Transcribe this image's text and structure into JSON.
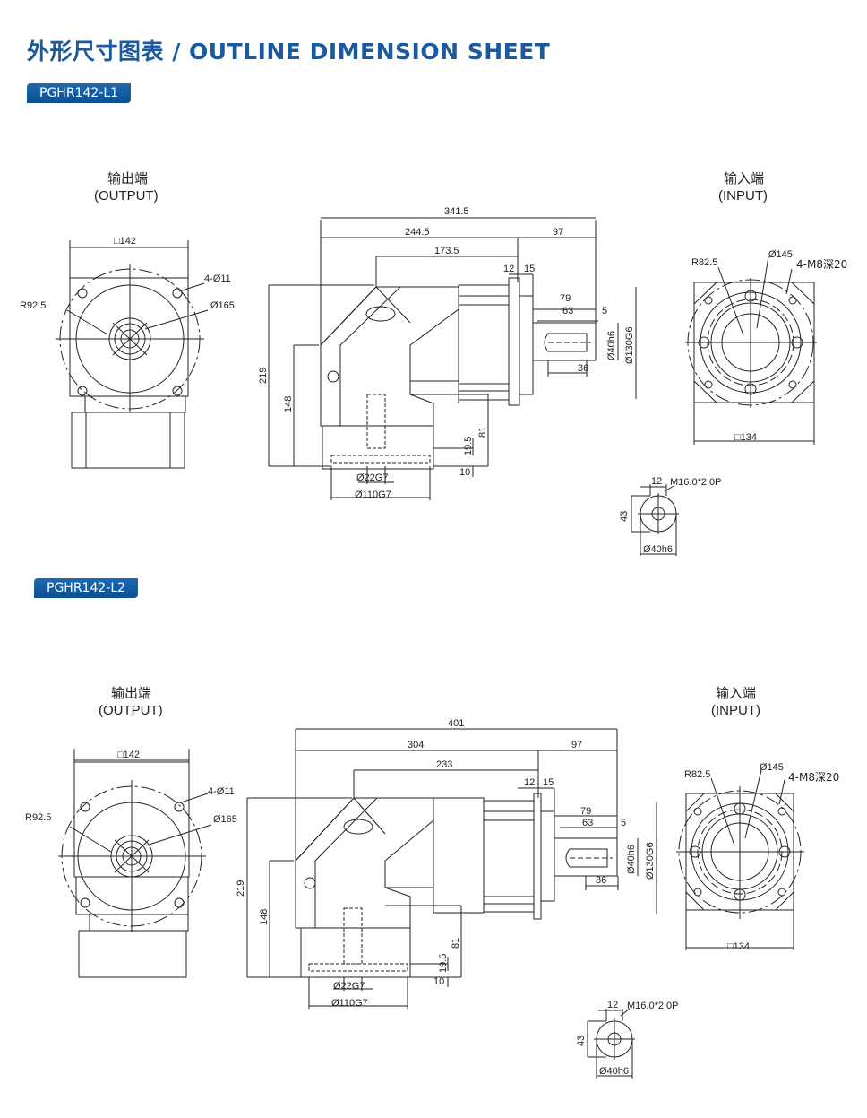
{
  "header": {
    "title": "外形尺寸图表 / OUTLINE DIMENSION SHEET"
  },
  "models": [
    {
      "name": "PGHR142-L1",
      "output": {
        "cn": "输出端",
        "en": "(OUTPUT)",
        "square": "□142",
        "bolt": "4-Ø11",
        "radius": "R92.5",
        "pcd": "Ø165"
      },
      "side": {
        "total": "341.5",
        "d1": "244.5",
        "d2": "97",
        "d3": "173.5",
        "d4": "12",
        "d5": "15",
        "d6": "79",
        "d7": "63",
        "d8": "5",
        "shaft": "Ø40h6",
        "pilot": "Ø130G6",
        "d9": "36",
        "h1": "219",
        "h2": "148",
        "h3": "81",
        "h4": "19.5",
        "h5": "10",
        "bore": "Ø22G7",
        "base": "Ø110G7"
      },
      "input": {
        "cn": "输入端",
        "en": "(INPUT)",
        "radius": "R82.5",
        "pcd": "Ø145",
        "thread": "4-M8深20",
        "square": "□134"
      },
      "key": {
        "w": "12",
        "thread": "M16.0*2.0P",
        "h": "43",
        "dia": "Ø40h6"
      }
    },
    {
      "name": "PGHR142-L2",
      "output": {
        "cn": "输出端",
        "en": "(OUTPUT)",
        "square": "□142",
        "bolt": "4-Ø11",
        "radius": "R92.5",
        "pcd": "Ø165"
      },
      "side": {
        "total": "401",
        "d1": "304",
        "d2": "97",
        "d3": "233",
        "d4": "12",
        "d5": "15",
        "d6": "79",
        "d7": "63",
        "d8": "5",
        "shaft": "Ø40h6",
        "pilot": "Ø130G6",
        "d9": "36",
        "h1": "219",
        "h2": "148",
        "h3": "81",
        "h4": "19.5",
        "h5": "10",
        "bore": "Ø22G7",
        "base": "Ø110G7"
      },
      "input": {
        "cn": "输入端",
        "en": "(INPUT)",
        "radius": "R82.5",
        "pcd": "Ø145",
        "thread": "4-M8深20",
        "square": "□134"
      },
      "key": {
        "w": "12",
        "thread": "M16.0*2.0P",
        "h": "43",
        "dia": "Ø40h6"
      }
    }
  ]
}
